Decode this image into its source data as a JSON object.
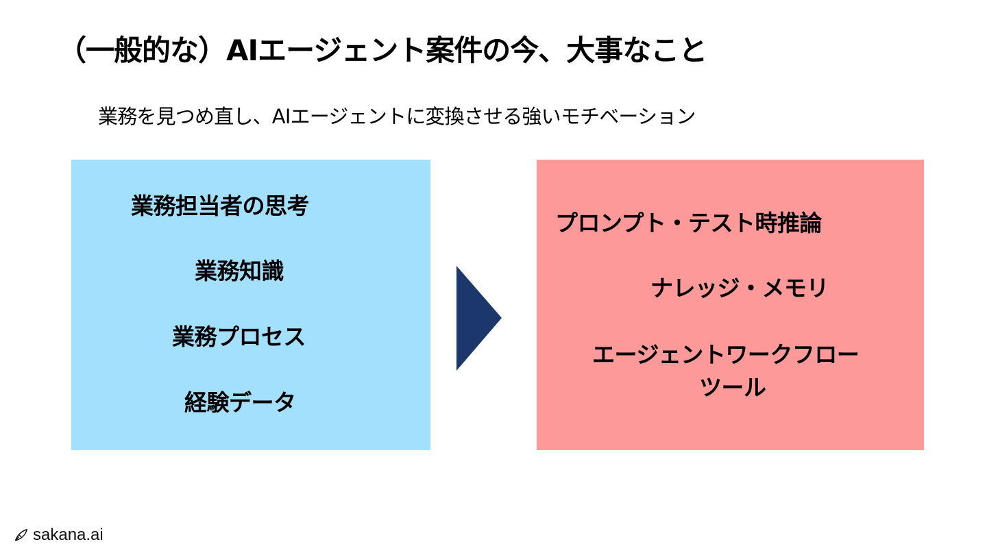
{
  "slide": {
    "title": "（一般的な）AIエージェント案件の今、大事なこと",
    "subtitle": "業務を見つめ直し、AIエージェントに変換させる強いモチベーション"
  },
  "left_box": {
    "color": "#a3e0fd",
    "items": [
      "業務担当者の思考",
      "業務知識",
      "業務プロセス",
      "経験データ"
    ]
  },
  "right_box": {
    "color": "#fd9999",
    "items": [
      "プロンプト・テスト時推論",
      "ナレッジ・メモリ",
      "エージェントワークフロー",
      "ツール"
    ]
  },
  "arrow": {
    "icon": "chevron-right-triangle-icon",
    "color": "#1c376b"
  },
  "footer": {
    "logo_icon": "fish-logo-icon",
    "logo_text": "sakana.ai"
  }
}
